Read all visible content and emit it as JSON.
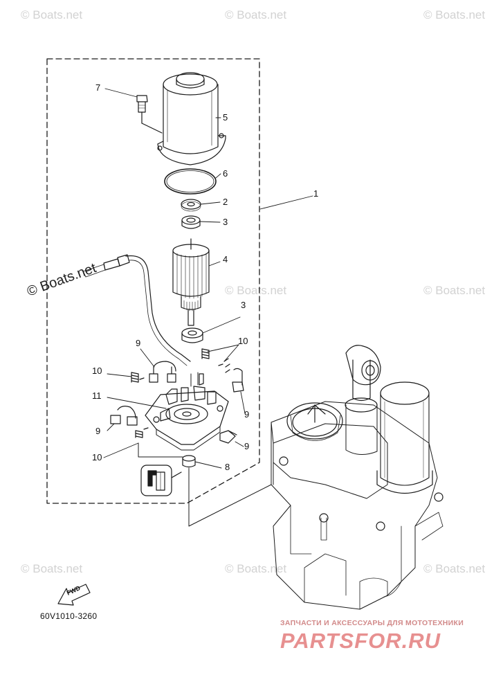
{
  "watermarks": {
    "small": "© Boats.net",
    "large": "© Boats.net"
  },
  "callouts": {
    "c1": "1",
    "c2": "2",
    "c3a": "3",
    "c3b": "3",
    "c4": "4",
    "c5": "5",
    "c6": "6",
    "c7": "7",
    "c8": "8",
    "c9a": "9",
    "c9b": "9",
    "c9c": "9",
    "c9d": "9",
    "c10a": "10",
    "c10b": "10",
    "c10c": "10",
    "c11": "11"
  },
  "diagram_code": "60V1010-3260",
  "fwd_label": "FWD",
  "shop": {
    "tagline": "ЗАПЧАСТИ И АКСЕССУАРЫ ДЛЯ МОТОТЕХНИКИ",
    "logo": "PARTSFOR.RU"
  },
  "colors": {
    "line": "#1a1a1a",
    "watermark": "#d2d2d2",
    "shop_logo": "#e79090"
  }
}
